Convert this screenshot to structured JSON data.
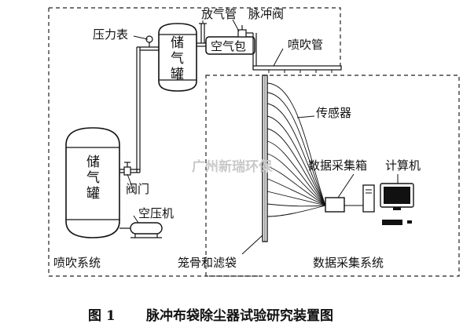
{
  "diagram": {
    "labels": {
      "vent_pipe": "放气管",
      "pulse_valve": "脉冲阀",
      "pressure_gauge": "压力表",
      "air_bag": "空气包",
      "blow_pipe": "喷吹管",
      "sensor": "传感器",
      "daq_box": "数据采集箱",
      "computer": "计算机",
      "valve": "阀门",
      "compressor": "空压机",
      "blow_system": "喷吹系统",
      "cage_bag": "笼骨和滤袋",
      "daq_system": "数据采集系统"
    },
    "tank_small_chars": [
      "储",
      "气",
      "罐"
    ],
    "tank_large_chars": [
      "储",
      "气",
      "罐"
    ],
    "watermark": "广州新瑞环保"
  },
  "caption": {
    "figure_no": "图 1",
    "title": "脉冲布袋除尘器试验研究装置图"
  }
}
